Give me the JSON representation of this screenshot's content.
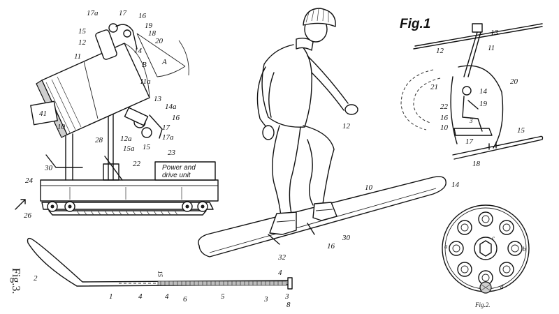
{
  "figures": {
    "fig1_title": "Fig.1",
    "fig3_title": "Fig.3.",
    "fig2_caption": "Fig.2."
  },
  "snow_machine": {
    "unit_label_line1": "Power and",
    "unit_label_line2": "drive unit",
    "gauge_label": "41",
    "labels": [
      "17a",
      "17",
      "16",
      "15",
      "12",
      "19",
      "18",
      "20",
      "14",
      "11",
      "B",
      "A",
      "11a",
      "13",
      "14a",
      "16",
      "10",
      "17",
      "17a",
      "12a",
      "15",
      "15a",
      "28",
      "23",
      "22",
      "30",
      "24",
      "26"
    ]
  },
  "snowboarder": {
    "labels": [
      "12",
      "10",
      "14",
      "30",
      "16",
      "32"
    ]
  },
  "chairlift": {
    "labels": [
      "13",
      "12",
      "11",
      "21",
      "20",
      "14",
      "22",
      "19",
      "16",
      "3",
      "10",
      "15",
      "17",
      "18"
    ]
  },
  "ski_profile": {
    "labels": [
      "2",
      "1",
      "4",
      "15",
      "4",
      "6",
      "5",
      "3",
      "4",
      "3",
      "8"
    ]
  },
  "wheel_disc": {
    "labels": [
      "a",
      "b",
      "c",
      "d"
    ]
  }
}
